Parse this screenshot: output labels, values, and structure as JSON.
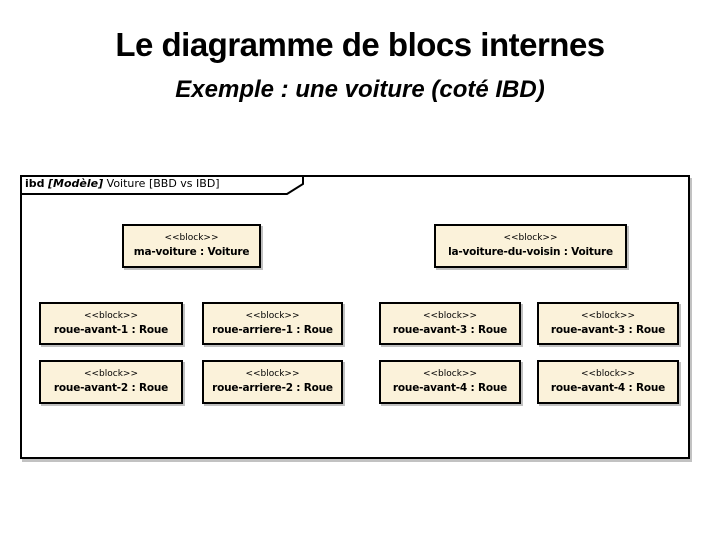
{
  "slide": {
    "title": "Le diagramme de blocs internes",
    "subtitle": "Exemple : une voiture (coté IBD)"
  },
  "diagram": {
    "frame": {
      "keyword": "ibd",
      "qualifier": "[Modèle]",
      "title": "Voiture [BBD vs IBD]"
    },
    "blocks": [
      {
        "stereotype": "<<block>>",
        "label": "ma-voiture : Voiture"
      },
      {
        "stereotype": "<<block>>",
        "label": "la-voiture-du-voisin : Voiture"
      },
      {
        "stereotype": "<<block>>",
        "label": "roue-avant-1 : Roue"
      },
      {
        "stereotype": "<<block>>",
        "label": "roue-arriere-1 : Roue"
      },
      {
        "stereotype": "<<block>>",
        "label": "roue-avant-3 : Roue"
      },
      {
        "stereotype": "<<block>>",
        "label": "roue-avant-3 : Roue"
      },
      {
        "stereotype": "<<block>>",
        "label": "roue-avant-2 : Roue"
      },
      {
        "stereotype": "<<block>>",
        "label": "roue-arriere-2 : Roue"
      },
      {
        "stereotype": "<<block>>",
        "label": "roue-avant-4 : Roue"
      },
      {
        "stereotype": "<<block>>",
        "label": "roue-avant-4 : Roue"
      }
    ],
    "colors": {
      "block_fill": "#FBF2DA",
      "border": "#000000",
      "background": "#FFFFFF",
      "text": "#000000"
    }
  }
}
